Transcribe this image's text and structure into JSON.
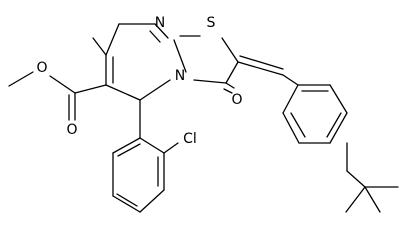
{
  "atom_labels": {
    "n_top": "N",
    "s_ring": "S",
    "n_bridge": "N",
    "o_ketone": "O",
    "o_ester_single": "O",
    "o_ester_double": "O",
    "cl": "Cl"
  }
}
